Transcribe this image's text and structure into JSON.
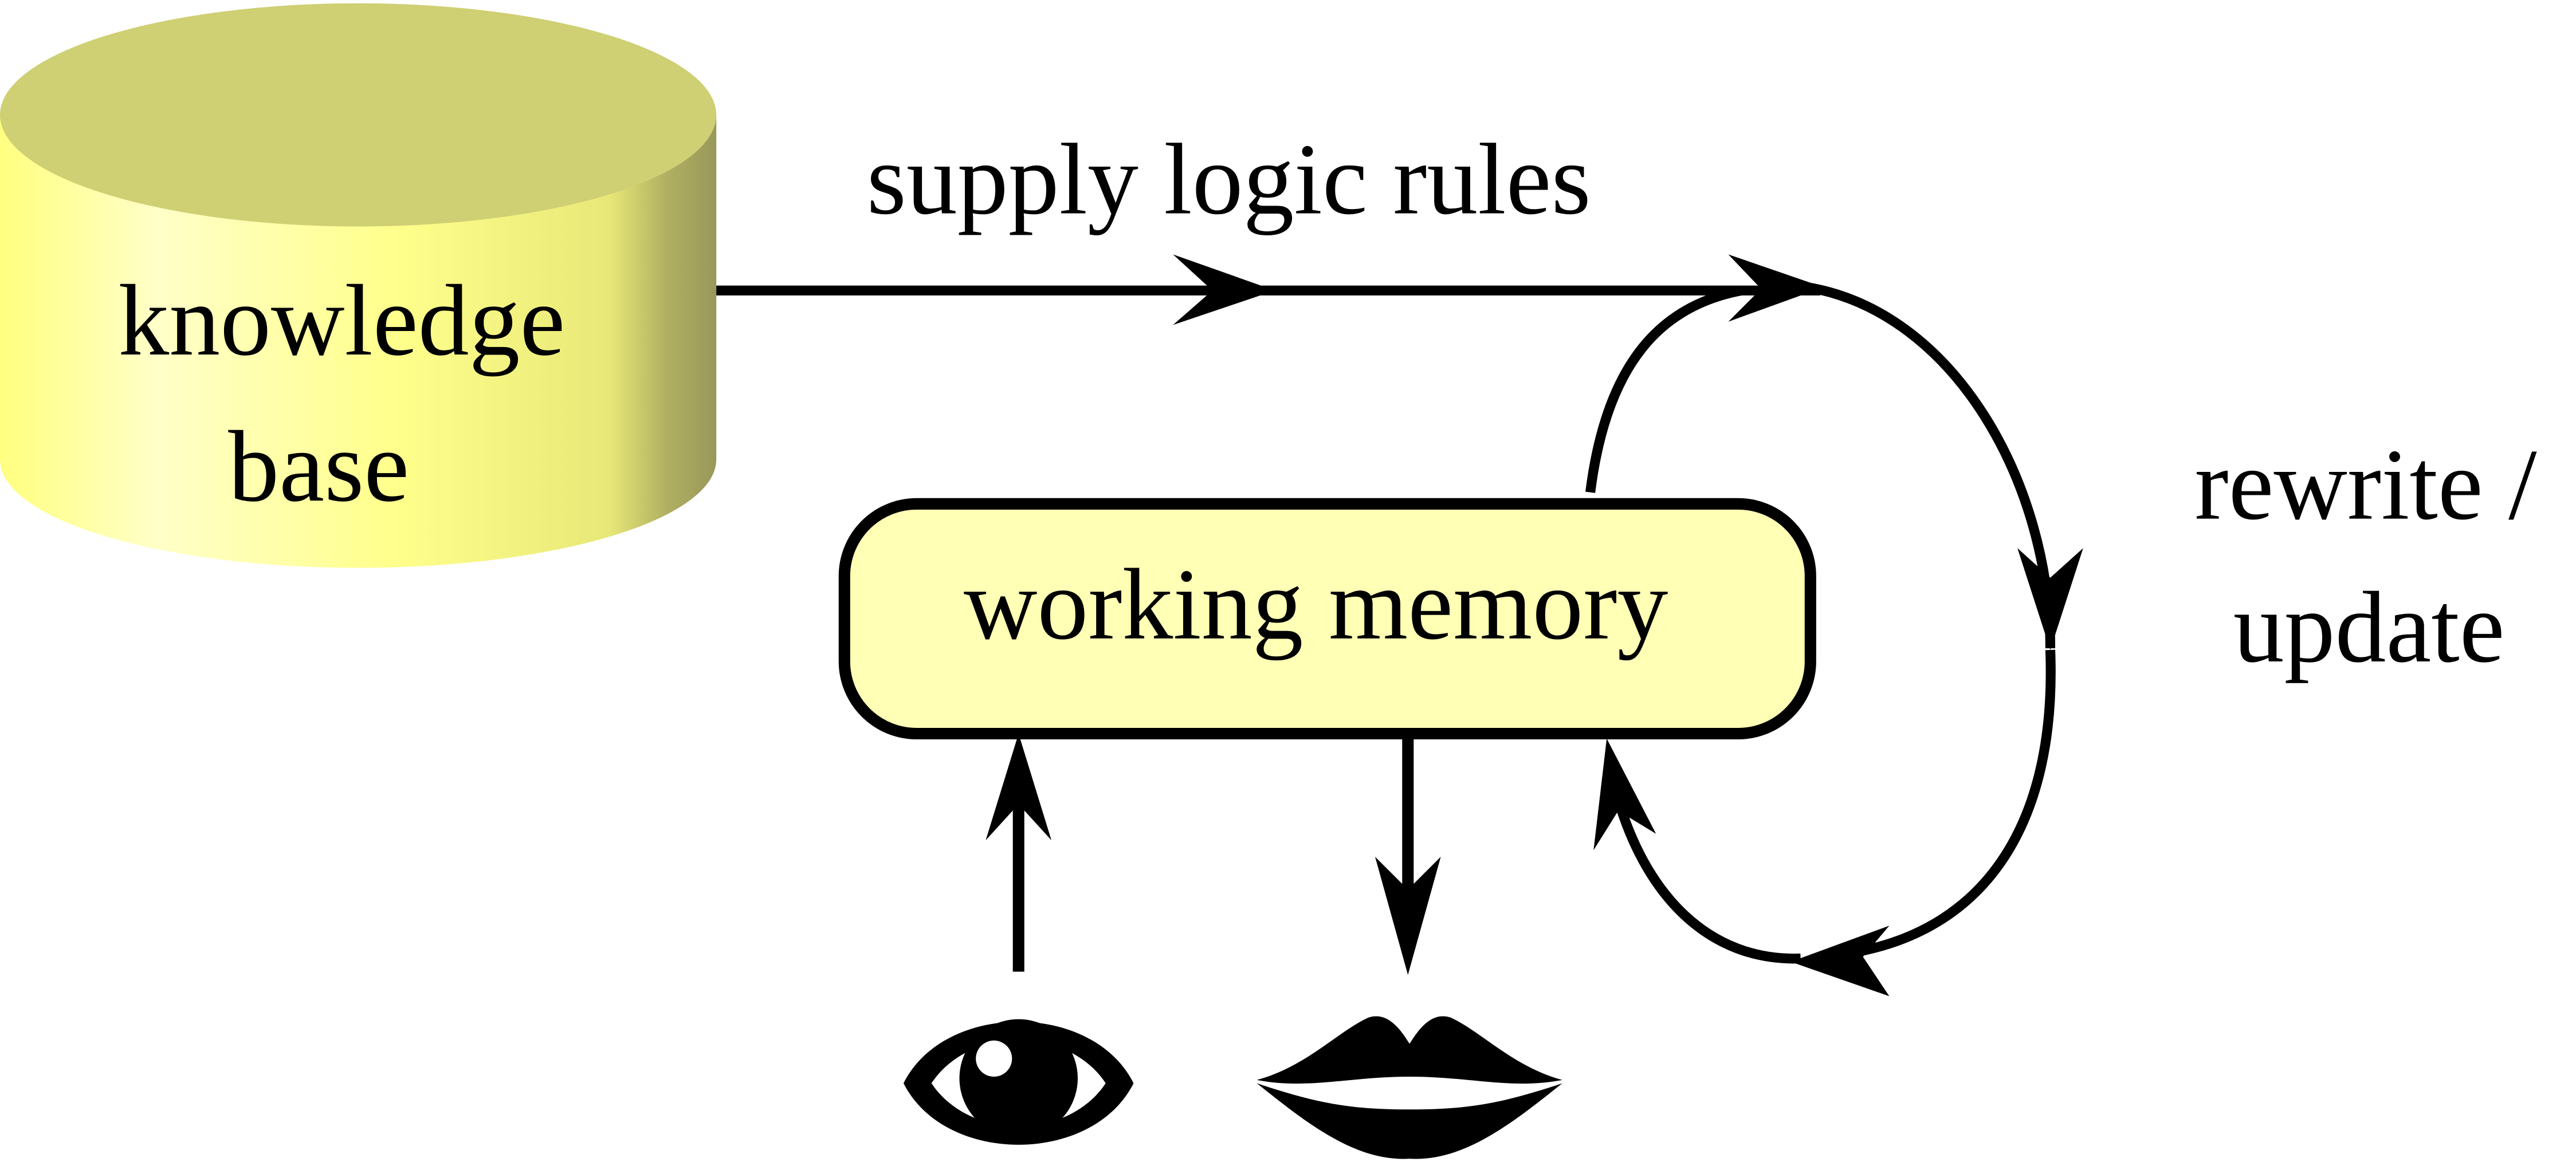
{
  "diagram": {
    "knowledge_base": {
      "line1": "knowledge",
      "line2": "base"
    },
    "working_memory": {
      "label": "working memory"
    },
    "supply_edge": {
      "label": "supply logic rules"
    },
    "rewrite_edge": {
      "line1": "rewrite /",
      "line2": "update"
    },
    "input_icon": "eye-icon",
    "output_icon": "mouth-icon",
    "colors": {
      "cylinder_top": "#cfcf74",
      "cylinder_side_light": "#ffffb0",
      "cylinder_side_mid": "#ffff80",
      "cylinder_side_dark": "#9c9c5a",
      "memory_fill": "#ffffb5",
      "stroke": "#000000"
    }
  }
}
